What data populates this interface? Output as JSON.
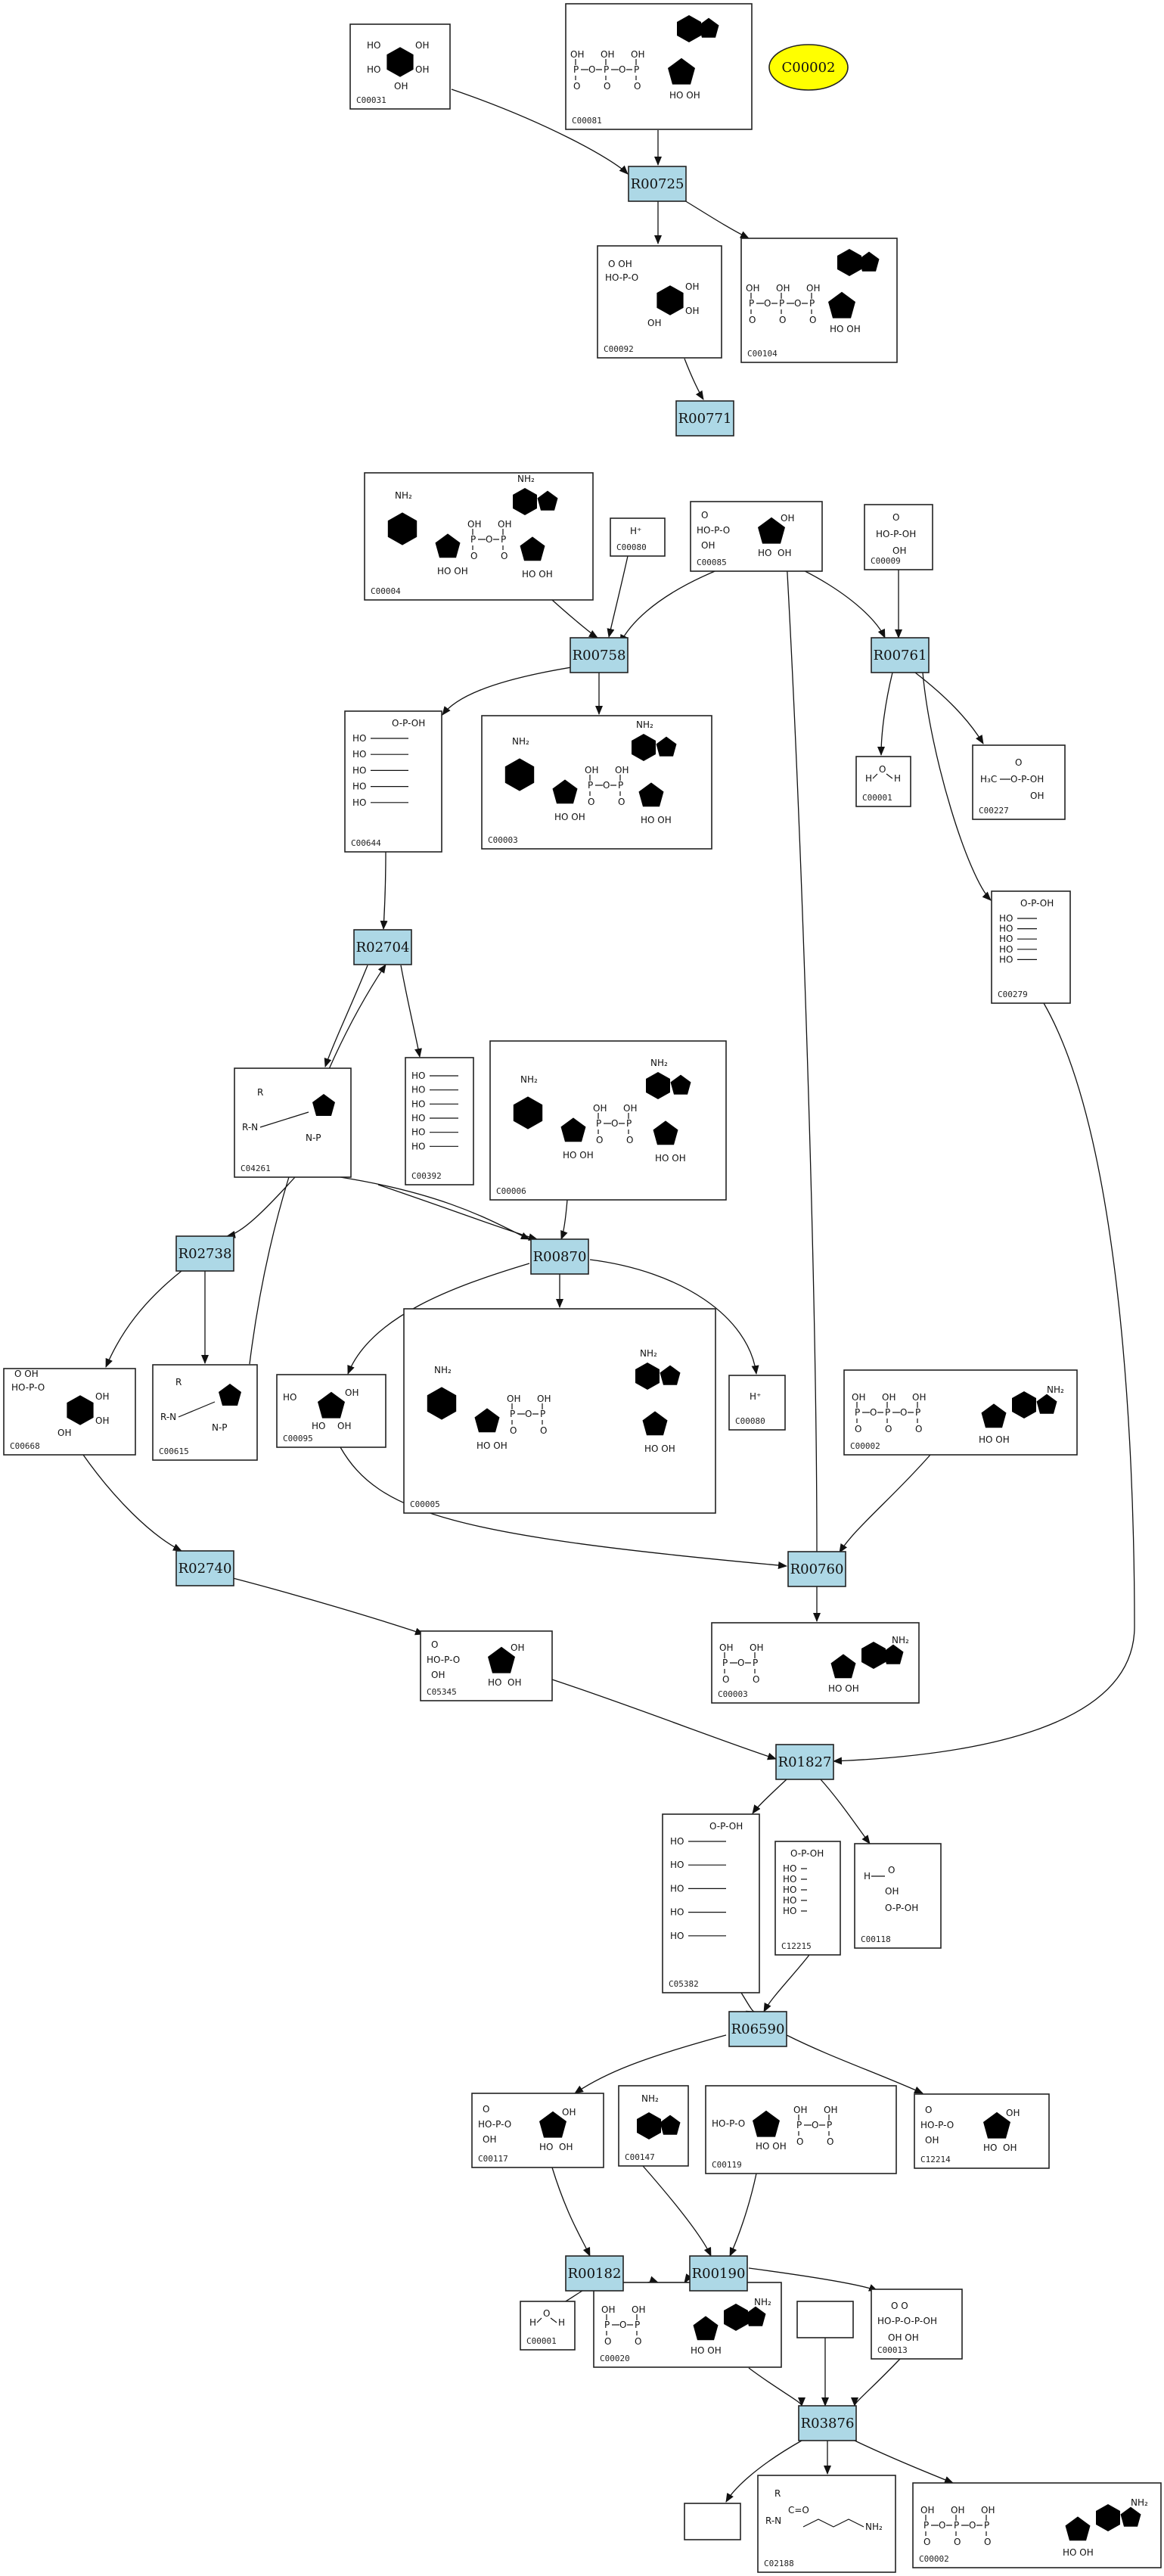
{
  "highlight": {
    "label": "C00002",
    "color": "#ffff00"
  },
  "reaction_color": "#add8e6",
  "reactions": [
    "R00725",
    "R00771",
    "R00758",
    "R00761",
    "R02704",
    "R02738",
    "R00870",
    "R02740",
    "R00760",
    "R01827",
    "R06590",
    "R00182",
    "R00190",
    "R03876"
  ],
  "compounds": [
    "C00031",
    "C00081",
    "C00092",
    "C00104",
    "C00004",
    "C00080",
    "C00085",
    "C00009",
    "C00644",
    "C00003",
    "C00001",
    "C00227",
    "C00279",
    "C04261",
    "C00392",
    "C00006",
    "C00668",
    "C00615",
    "C00095",
    "C00005",
    "C00080",
    "C00002",
    "C05345",
    "C00003",
    "C05382",
    "C12215",
    "C00118",
    "C00117",
    "C00147",
    "C00119",
    "C12214",
    "C00001",
    "C00020",
    "C00013",
    "C02188",
    "C00002"
  ]
}
